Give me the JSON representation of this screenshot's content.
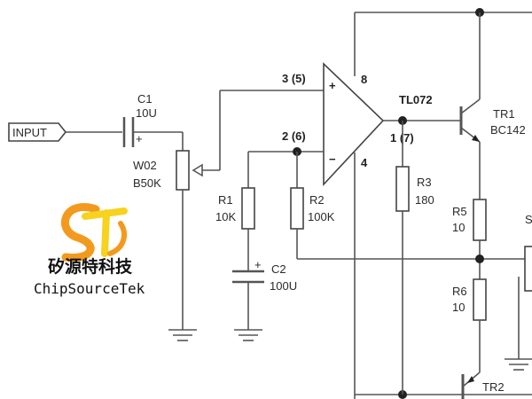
{
  "diagram": {
    "input_label": "INPUT",
    "c1": {
      "name": "C1",
      "value": "10U",
      "polarity": "+"
    },
    "w02": {
      "name": "W02",
      "value": "B50K"
    },
    "opamp": {
      "part": "TL072",
      "pin_noninv": "3 (5)",
      "pin_inv": "2 (6)",
      "pin_out": "1 (7)",
      "pin_vplus": "8",
      "pin_vminus": "4",
      "plus_sign": "+",
      "minus_sign": "−"
    },
    "r1": {
      "name": "R1",
      "value": "10K"
    },
    "r2": {
      "name": "R2",
      "value": "100K"
    },
    "r3": {
      "name": "R3",
      "value": "180"
    },
    "c2": {
      "name": "C2",
      "value": "100U",
      "polarity": "+"
    },
    "tr1": {
      "name": "TR1",
      "part": "BC142"
    },
    "r5": {
      "name": "R5",
      "value": "10"
    },
    "r6": {
      "name": "R6",
      "value": "10"
    },
    "tr2": {
      "name": "TR2"
    },
    "edge_label": "S"
  },
  "watermark": {
    "brand_cn": "矽源特科技",
    "brand_en": "ChipSourceTek",
    "colors": {
      "orange": "#f39a1e",
      "yellow": "#f7d21e"
    }
  }
}
